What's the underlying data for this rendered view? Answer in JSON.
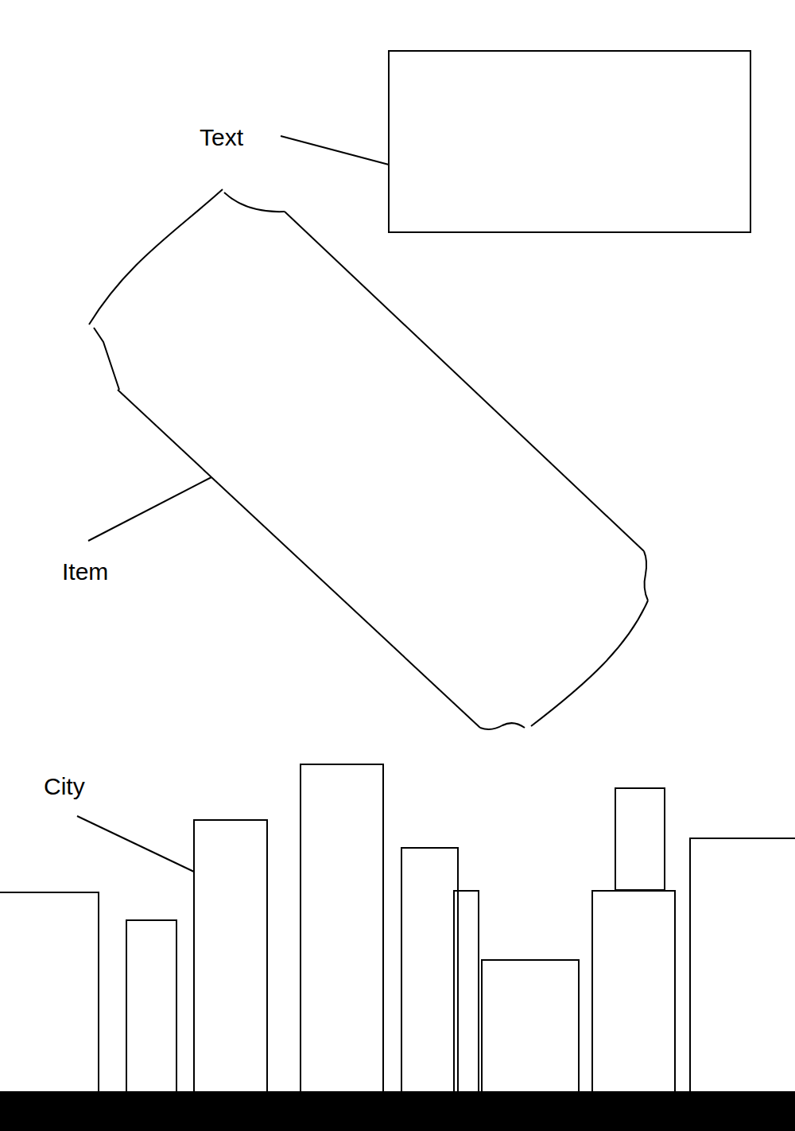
{
  "diagram": {
    "labels": [
      "Text",
      "Item",
      "City"
    ]
  }
}
